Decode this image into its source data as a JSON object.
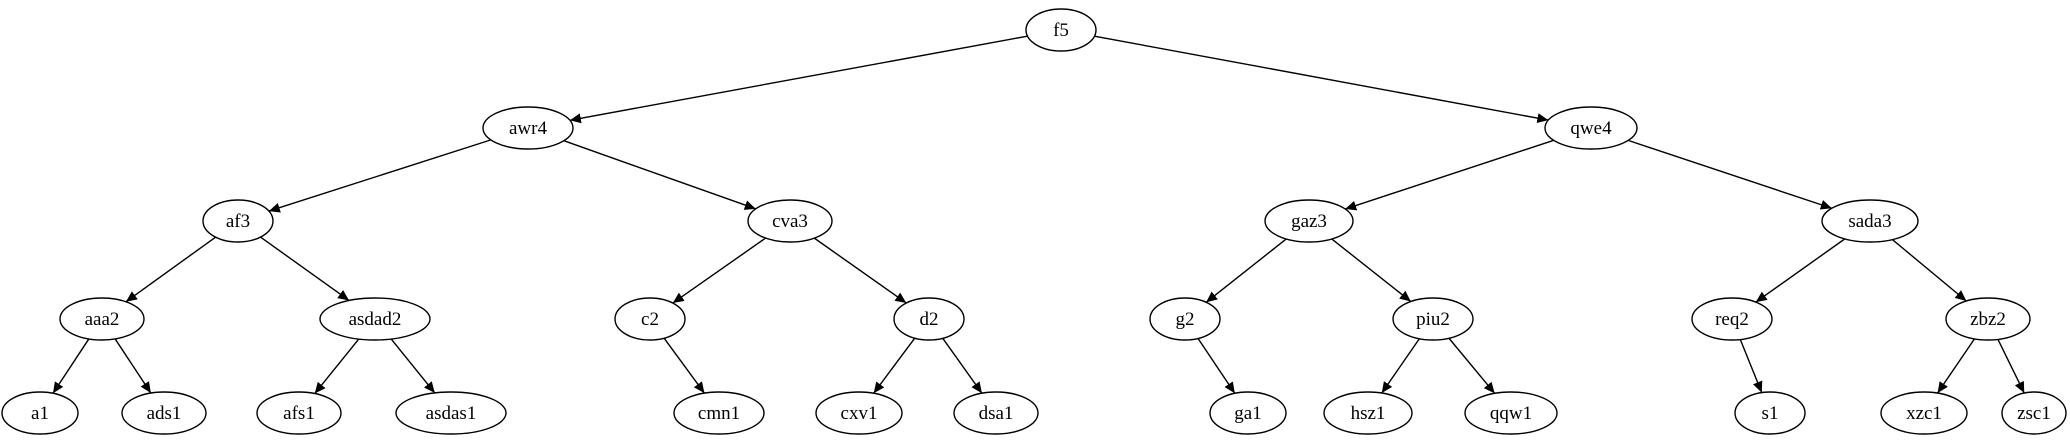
{
  "diagram": {
    "type": "tree",
    "nodes": [
      {
        "id": "f5",
        "label": "f5"
      },
      {
        "id": "awr4",
        "label": "awr4"
      },
      {
        "id": "qwe4",
        "label": "qwe4"
      },
      {
        "id": "af3",
        "label": "af3"
      },
      {
        "id": "cva3",
        "label": "cva3"
      },
      {
        "id": "gaz3",
        "label": "gaz3"
      },
      {
        "id": "sada3",
        "label": "sada3"
      },
      {
        "id": "aaa2",
        "label": "aaa2"
      },
      {
        "id": "asdad2",
        "label": "asdad2"
      },
      {
        "id": "c2",
        "label": "c2"
      },
      {
        "id": "d2",
        "label": "d2"
      },
      {
        "id": "g2",
        "label": "g2"
      },
      {
        "id": "piu2",
        "label": "piu2"
      },
      {
        "id": "req2",
        "label": "req2"
      },
      {
        "id": "zbz2",
        "label": "zbz2"
      },
      {
        "id": "a1",
        "label": "a1"
      },
      {
        "id": "ads1",
        "label": "ads1"
      },
      {
        "id": "afs1",
        "label": "afs1"
      },
      {
        "id": "asdas1",
        "label": "asdas1"
      },
      {
        "id": "cmn1",
        "label": "cmn1"
      },
      {
        "id": "cxv1",
        "label": "cxv1"
      },
      {
        "id": "dsa1",
        "label": "dsa1"
      },
      {
        "id": "ga1",
        "label": "ga1"
      },
      {
        "id": "hsz1",
        "label": "hsz1"
      },
      {
        "id": "qqw1",
        "label": "qqw1"
      },
      {
        "id": "s1",
        "label": "s1"
      },
      {
        "id": "xzc1",
        "label": "xzc1"
      },
      {
        "id": "zsc1",
        "label": "zsc1"
      }
    ],
    "edges": [
      {
        "from": "f5",
        "to": "awr4"
      },
      {
        "from": "f5",
        "to": "qwe4"
      },
      {
        "from": "awr4",
        "to": "af3"
      },
      {
        "from": "awr4",
        "to": "cva3"
      },
      {
        "from": "qwe4",
        "to": "gaz3"
      },
      {
        "from": "qwe4",
        "to": "sada3"
      },
      {
        "from": "af3",
        "to": "aaa2"
      },
      {
        "from": "af3",
        "to": "asdad2"
      },
      {
        "from": "cva3",
        "to": "c2"
      },
      {
        "from": "cva3",
        "to": "d2"
      },
      {
        "from": "gaz3",
        "to": "g2"
      },
      {
        "from": "gaz3",
        "to": "piu2"
      },
      {
        "from": "sada3",
        "to": "req2"
      },
      {
        "from": "sada3",
        "to": "zbz2"
      },
      {
        "from": "aaa2",
        "to": "a1"
      },
      {
        "from": "aaa2",
        "to": "ads1"
      },
      {
        "from": "asdad2",
        "to": "afs1"
      },
      {
        "from": "asdad2",
        "to": "asdas1"
      },
      {
        "from": "c2",
        "to": "cmn1"
      },
      {
        "from": "d2",
        "to": "cxv1"
      },
      {
        "from": "d2",
        "to": "dsa1"
      },
      {
        "from": "g2",
        "to": "ga1"
      },
      {
        "from": "piu2",
        "to": "hsz1"
      },
      {
        "from": "piu2",
        "to": "qqw1"
      },
      {
        "from": "req2",
        "to": "s1"
      },
      {
        "from": "zbz2",
        "to": "xzc1"
      },
      {
        "from": "zbz2",
        "to": "zsc1"
      }
    ]
  }
}
